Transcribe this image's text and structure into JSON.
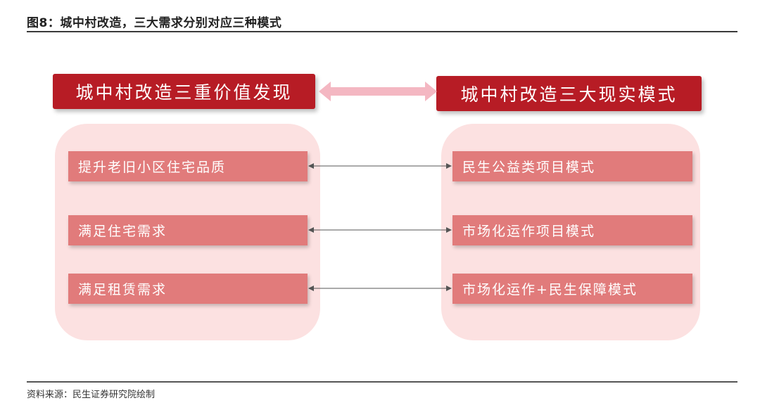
{
  "figure": {
    "title": "图8：城中村改造，三大需求分别对应三种模式",
    "source": "资料来源：民生证券研究院绘制"
  },
  "left_column": {
    "header": "城中村改造三重价值发现",
    "items": [
      "提升老旧小区住宅品质",
      "满足住宅需求",
      "满足租赁需求"
    ]
  },
  "right_column": {
    "header": "城中村改造三大现实模式",
    "items": [
      "民生公益类项目模式",
      "市场化运作项目模式",
      "市场化运作+民生保障模式"
    ]
  },
  "colors": {
    "header_red": "#b71c25",
    "item_red": "#e17b7b",
    "panel_pink": "#fce1e1",
    "arrow_pink": "#f4b7c2"
  }
}
